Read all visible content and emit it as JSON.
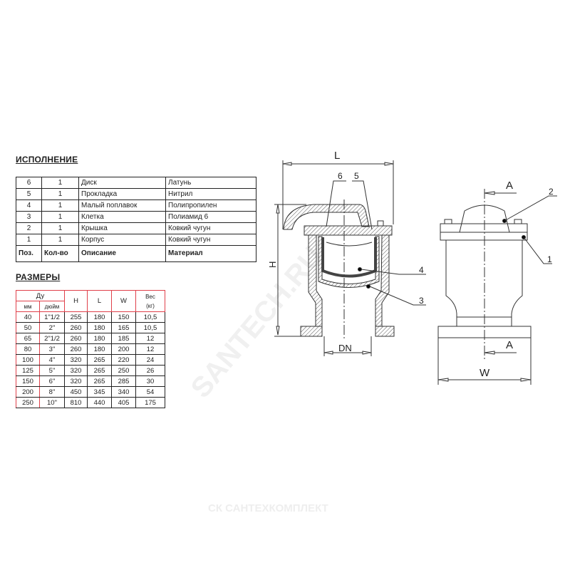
{
  "execution": {
    "title": "ИСПОЛНЕНИЕ",
    "rows": [
      {
        "pos": "6",
        "qty": "1",
        "desc": "Диск",
        "material": "Латунь"
      },
      {
        "pos": "5",
        "qty": "1",
        "desc": "Прокладка",
        "material": "Нитрил"
      },
      {
        "pos": "4",
        "qty": "1",
        "desc": "Малый поплавок",
        "material": "Полипропилен"
      },
      {
        "pos": "3",
        "qty": "1",
        "desc": "Клетка",
        "material": "Полиамид 6"
      },
      {
        "pos": "2",
        "qty": "1",
        "desc": "Крышка",
        "material": "Ковкий чугун"
      },
      {
        "pos": "1",
        "qty": "1",
        "desc": "Корпус",
        "material": "Ковкий чугун"
      }
    ],
    "header": {
      "pos": "Поз.",
      "qty": "Кол-во",
      "desc": "Описание",
      "material": "Материал"
    }
  },
  "sizes": {
    "title": "РАЗМЕРЫ",
    "header": {
      "du": "Ду",
      "mm": "мм",
      "inch": "дюйм",
      "h": "H",
      "l": "L",
      "w": "W",
      "weight1": "Вес",
      "weight2": "(кг)"
    },
    "rows": [
      [
        "40",
        "1\"1/2",
        "255",
        "180",
        "150",
        "10,5"
      ],
      [
        "50",
        "2\"",
        "260",
        "180",
        "165",
        "10,5"
      ],
      [
        "65",
        "2\"1/2",
        "260",
        "180",
        "185",
        "12"
      ],
      [
        "80",
        "3\"",
        "260",
        "180",
        "200",
        "12"
      ],
      [
        "100",
        "4\"",
        "320",
        "265",
        "220",
        "24"
      ],
      [
        "125",
        "5\"",
        "320",
        "265",
        "250",
        "26"
      ],
      [
        "150",
        "6\"",
        "320",
        "265",
        "285",
        "30"
      ],
      [
        "200",
        "8\"",
        "450",
        "345",
        "340",
        "54"
      ],
      [
        "250",
        "10\"",
        "810",
        "440",
        "405",
        "175"
      ]
    ]
  },
  "drawing": {
    "dim_l": "L",
    "dim_h": "H",
    "dim_dn": "DN",
    "dim_w": "W",
    "section_a_top": "A",
    "section_a_bottom": "A",
    "callouts": [
      "6",
      "5",
      "4",
      "3",
      "2",
      "1"
    ]
  },
  "watermarks": {
    "diagonal": "SANTECH.RU",
    "footer": "СК САНТЕХКОМПЛЕКТ"
  },
  "colors": {
    "line": "#333333",
    "table_accent": "#e0404a"
  }
}
